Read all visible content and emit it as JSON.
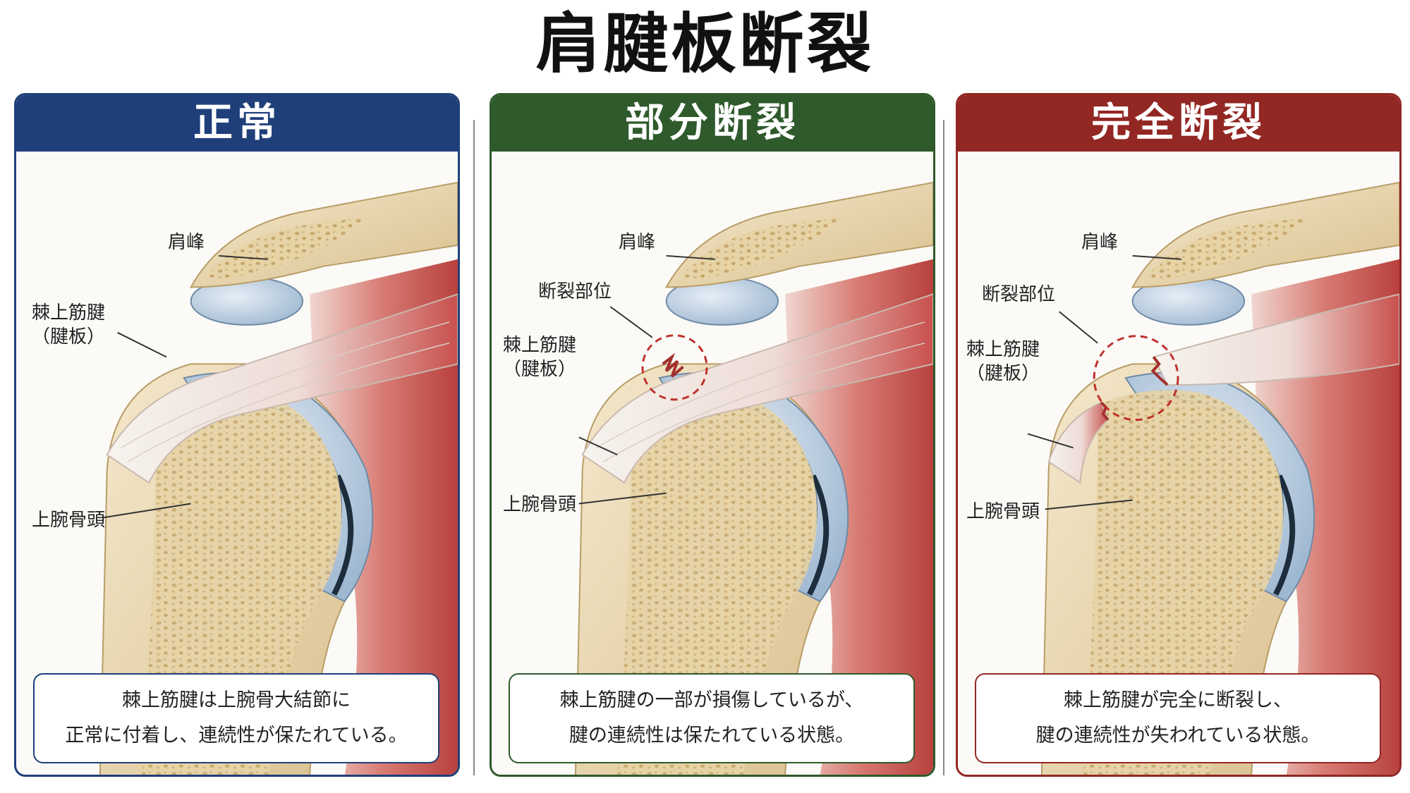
{
  "title": "肩腱板断裂",
  "colors": {
    "normal": "#1f3f7a",
    "partial": "#2f5a2c",
    "complete": "#922723",
    "bone": "#ead9b2",
    "cartilage": "#b9cde0",
    "muscle": "#c9504d"
  },
  "panels": [
    {
      "header": "正常",
      "labels": {
        "acromion": "肩峰",
        "tendon_line1": "棘上筋腱",
        "tendon_line2": "（腱板）",
        "humeral_head": "上腕骨頭"
      },
      "caption": [
        "棘上筋腱は上腕骨大結節に",
        "正常に付着し、連続性が保たれている。"
      ]
    },
    {
      "header": "部分断裂",
      "labels": {
        "acromion": "肩峰",
        "tear_site": "断裂部位",
        "tendon_line1": "棘上筋腱",
        "tendon_line2": "（腱板）",
        "humeral_head": "上腕骨頭"
      },
      "caption": [
        "棘上筋腱の一部が損傷しているが、",
        "腱の連続性は保たれている状態。"
      ]
    },
    {
      "header": "完全断裂",
      "labels": {
        "acromion": "肩峰",
        "tear_site": "断裂部位",
        "tendon_line1": "棘上筋腱",
        "tendon_line2": "（腱板）",
        "humeral_head": "上腕骨頭"
      },
      "caption": [
        "棘上筋腱が完全に断裂し、",
        "腱の連続性が失われている状態。"
      ]
    }
  ]
}
